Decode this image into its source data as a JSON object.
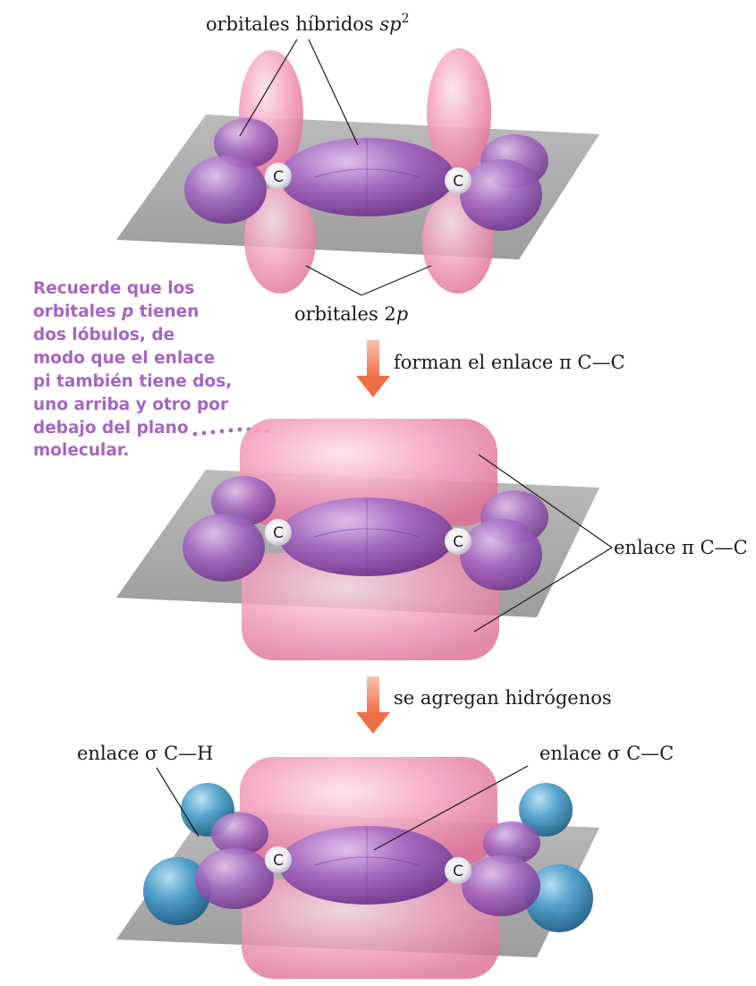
{
  "labels": {
    "sp2_hybrid": {
      "prefix": "orbitales híbridos ",
      "italic": "sp",
      "sup": "2"
    },
    "p2_orbitals": {
      "prefix": "orbitales 2",
      "italic": "p"
    },
    "arrow1_text": "forman el enlace π C—C",
    "pi_bond": "enlace π C—C",
    "arrow2_text": "se agregan hidrógenos",
    "sigma_ch": "enlace σ C—H",
    "sigma_cc": "enlace σ C—C",
    "carbon_symbol": "C"
  },
  "side_note": {
    "lines": [
      "Recuerde que los",
      "orbitales p tienen",
      "dos lóbulos, de",
      "modo que el enlace",
      "pi también tiene dos,",
      "uno arriba y otro por",
      "debajo del plano",
      "molecular."
    ],
    "italic_word_line": 1
  },
  "colors": {
    "note_purple": "#a565c4",
    "arrow_orange": "#ef6e46",
    "pink_lobe": "#f19bb9",
    "purple_lobe": "#9a55b6",
    "blue_hydrogen": "#3b8fb7",
    "plane_gray": "#a0a0a0"
  }
}
